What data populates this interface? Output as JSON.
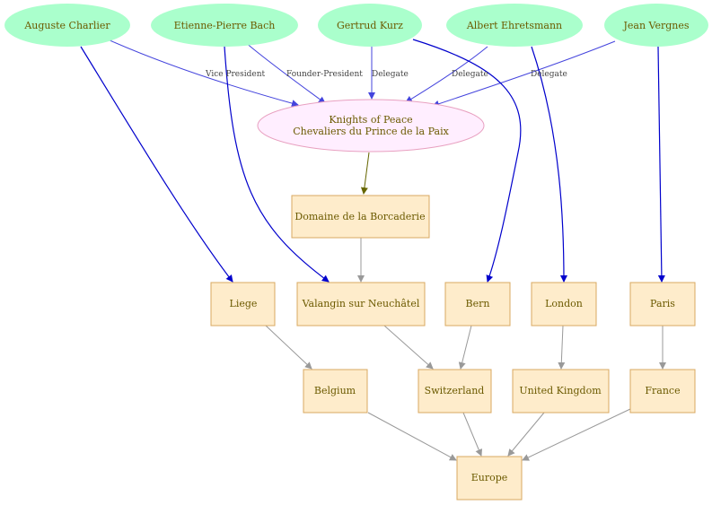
{
  "colors": {
    "person_fill": "#aaffcc",
    "org_fill": "#ffeeff",
    "org_stroke": "#e8a0c0",
    "place_fill": "#feeccb",
    "place_stroke": "#d8a860",
    "text": "#6b5a00",
    "edge_blue": "#0000cc",
    "edge_member": "#4444dd",
    "edge_olive": "#666600",
    "edge_gray": "#999999"
  },
  "people": {
    "auguste": "Auguste Charlier",
    "etienne": "Etienne-Pierre Bach",
    "gertrud": "Gertrud Kurz",
    "albert": "Albert Ehretsmann",
    "jean": "Jean Vergnes"
  },
  "organization": {
    "line1": "Knights of Peace",
    "line2": "Chevaliers du Prince de la Paix"
  },
  "places": {
    "borcaderie": "Domaine de la Borcaderie",
    "liege": "Liege",
    "valangin": "Valangin sur Neuchâtel",
    "bern": "Bern",
    "london": "London",
    "paris": "Paris",
    "belgium": "Belgium",
    "switzerland": "Switzerland",
    "uk": "United Kingdom",
    "france": "France",
    "europe": "Europe"
  },
  "edge_labels": {
    "vice_president": "Vice President",
    "founder_president": "Founder-President",
    "delegate_gertrud": "Delegate",
    "delegate_albert": "Delegate",
    "delegate_jean": "Delegate"
  }
}
